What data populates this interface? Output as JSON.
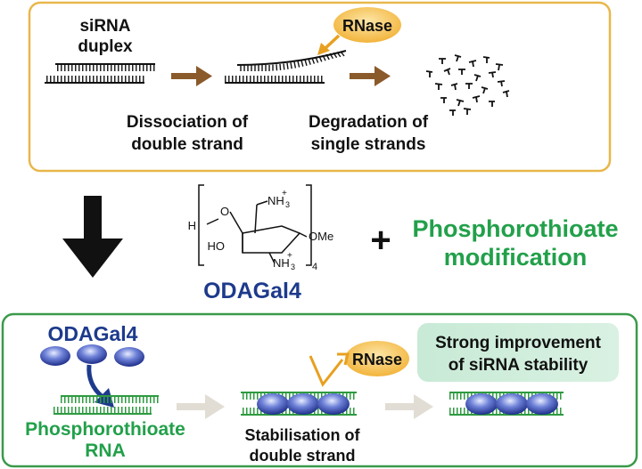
{
  "top_panel": {
    "duplex_label_line1": "siRNA",
    "duplex_label_line2": "duplex",
    "rnase_label": "RNase",
    "step1_line1": "Dissociation of",
    "step1_line2": "double strand",
    "step2_line1": "Degradation of",
    "step2_line2": "single strands"
  },
  "middle": {
    "compound_name": "ODAGal4",
    "plus_sign": "+",
    "modification_line1": "Phosphorothioate",
    "modification_line2": "modification",
    "struct_h": "H",
    "struct_o": "O",
    "struct_ho": "HO",
    "struct_ome": "OMe",
    "struct_nh3_top": "NH",
    "struct_nh3_bottom": "NH",
    "struct_sub3": "3",
    "struct_plus": "+",
    "struct_sub4": "4"
  },
  "bottom_panel": {
    "compound_label": "ODAGal4",
    "phospho_line1": "Phosphorothioate",
    "phospho_line2": "RNA",
    "rnase_label": "RNase",
    "stab_line1": "Stabilisation of",
    "stab_line2": "double strand",
    "result_line1": "Strong improvement",
    "result_line2": "of siRNA stability"
  },
  "colors": {
    "top_border": "#e8b74a",
    "bottom_border": "#3a9a4a",
    "strand_green": "#2e9a40",
    "brown_arrow": "#8a5a2a",
    "grey_arrow": "#e2ddd4",
    "rnase_fill": "#f6c04e",
    "navy": "#1d3a8c",
    "text_green": "#22a04a"
  }
}
